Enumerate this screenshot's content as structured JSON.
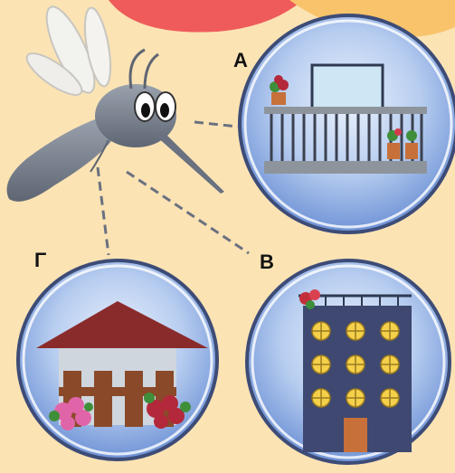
{
  "labels": {
    "a": "A",
    "b": "B",
    "g": "Γ"
  },
  "colors": {
    "background": "#fbe3b4",
    "top_blob": "#ef5b5b",
    "circle_fill": "#8fb4e8",
    "circle_ring": "#3d4c77",
    "mosquito": "#7d8593",
    "roof": "#8a2b2b",
    "building": "#3e4870",
    "window_light": "#f5d04a"
  },
  "icons": [
    "mosquito-icon",
    "balcony-icon",
    "apartment-building-icon",
    "house-icon",
    "flower-pot-icon"
  ]
}
